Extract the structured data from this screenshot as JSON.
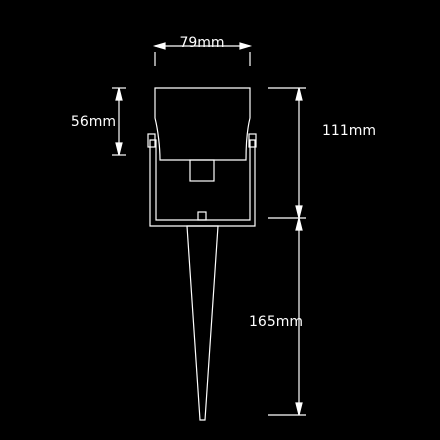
{
  "dimensions": {
    "width_label": "79mm",
    "head_height_label": "56mm",
    "upper_height_label": "111mm",
    "spike_height_label": "165mm"
  },
  "colors": {
    "background": "#000000",
    "lines": "#ffffff"
  }
}
